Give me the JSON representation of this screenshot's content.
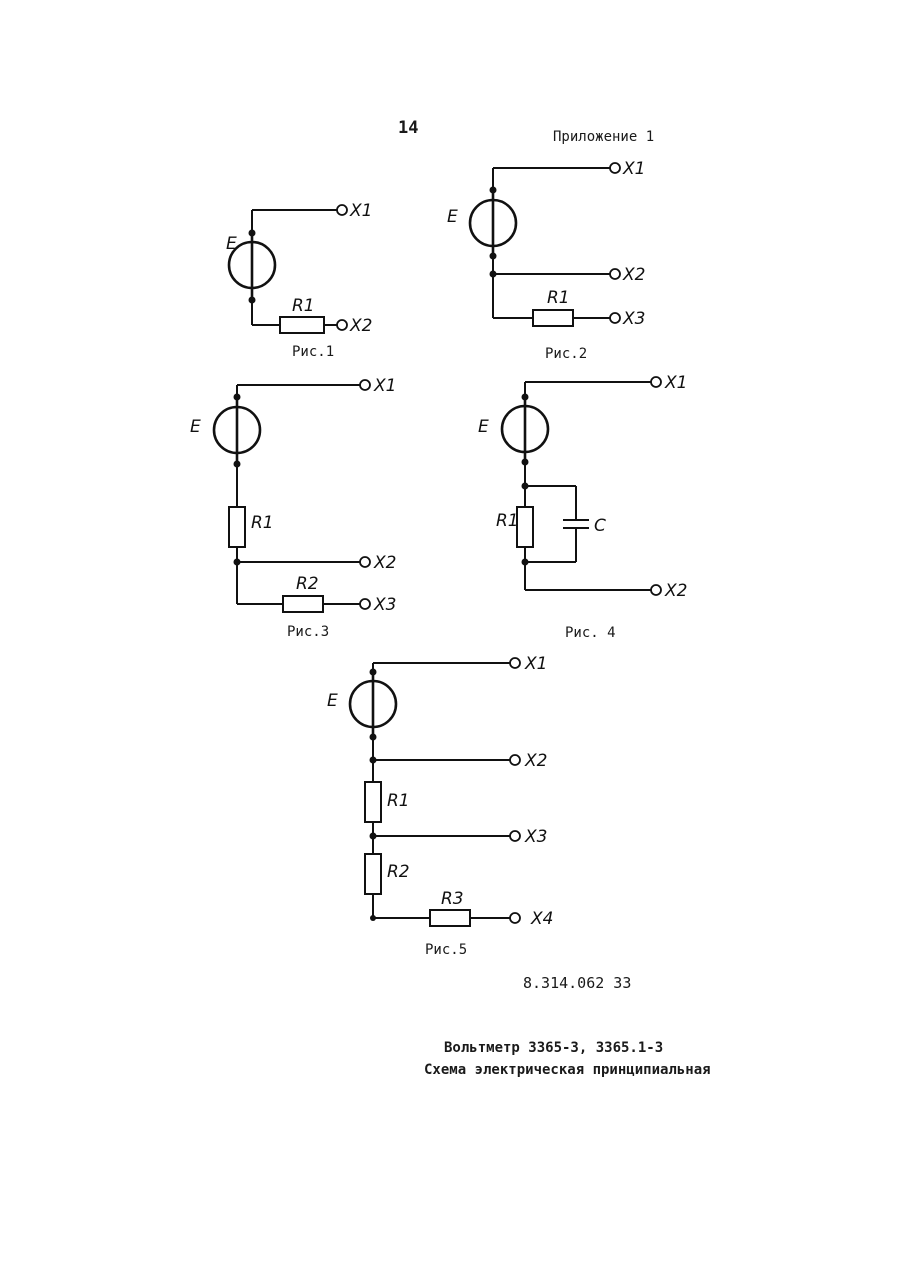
{
  "page": {
    "number": "14",
    "appendix": "Приложение 1",
    "doc_number": "8.314.062 33",
    "title_line1": "Вольтметр 3365-3, 3365.1-3",
    "title_line2": "Схема электрическая принципиальная"
  },
  "figures": [
    {
      "caption": "Рис.1",
      "labels": {
        "source": "E",
        "r1": "R1",
        "x1": "X1",
        "x2": "X2"
      }
    },
    {
      "caption": "Рис.2",
      "labels": {
        "source": "E",
        "r1": "R1",
        "x1": "X1",
        "x2": "X2",
        "x3": "X3"
      }
    },
    {
      "caption": "Рис.3",
      "labels": {
        "source": "E",
        "r1": "R1",
        "r2": "R2",
        "x1": "X1",
        "x2": "X2",
        "x3": "X3"
      }
    },
    {
      "caption": "Рис. 4",
      "labels": {
        "source": "E",
        "r1": "R1",
        "c": "C",
        "x1": "X1",
        "x2": "X2"
      }
    },
    {
      "caption": "Рис.5",
      "labels": {
        "source": "E",
        "r1": "R1",
        "r2": "R2",
        "r3": "R3",
        "x1": "X1",
        "x2": "X2",
        "x3": "X3",
        "x4": "X4"
      }
    }
  ]
}
